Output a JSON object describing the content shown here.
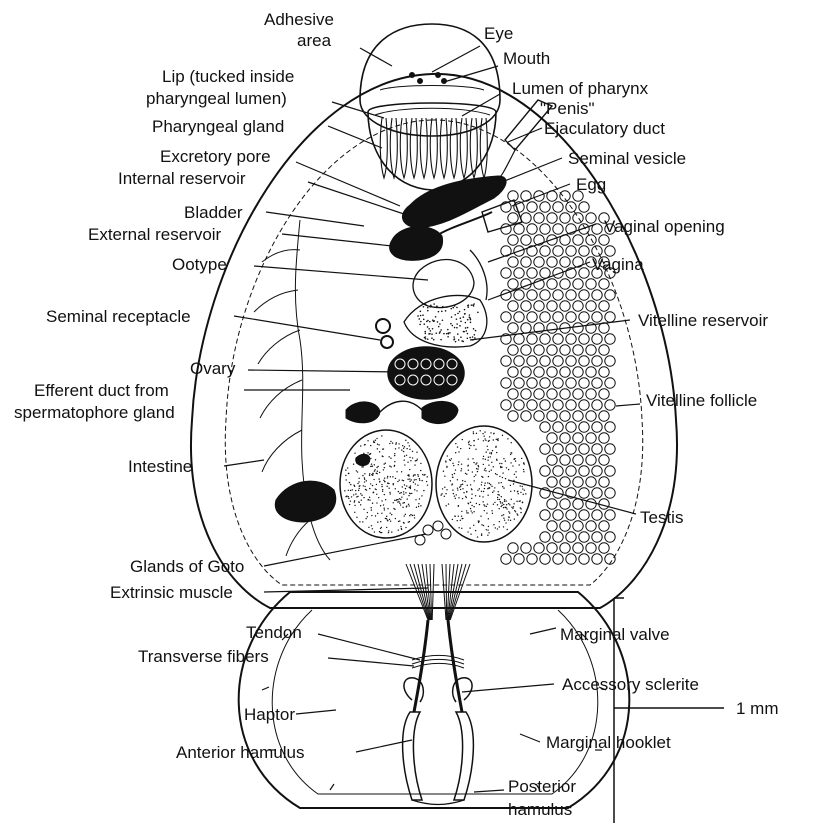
{
  "labels": {
    "adhesive_area_1": "Adhesive",
    "adhesive_area_2": "area",
    "eye": "Eye",
    "mouth": "Mouth",
    "lip_1": "Lip (tucked inside",
    "lip_2": "pharyngeal lumen)",
    "lumen_of_pharynx": "Lumen of pharynx",
    "penis": "\"Penis\"",
    "pharyngeal_gland": "Pharyngeal gland",
    "ejaculatory_duct": "Ejaculatory duct",
    "excretory_pore": "Excretory pore",
    "seminal_vesicle": "Seminal vesicle",
    "internal_reservoir": "Internal reservoir",
    "egg": "Egg",
    "bladder": "Bladder",
    "external_reservoir": "External reservoir",
    "vaginal_opening": "Vaginal opening",
    "ootype": "Ootype",
    "vagina": "Vagina",
    "seminal_receptacle": "Seminal receptacle",
    "vitelline_reservoir": "Vitelline reservoir",
    "ovary": "Ovary",
    "efferent_duct_1": "Efferent duct from",
    "efferent_duct_2": "spermatophore gland",
    "vitelline_follicle": "Vitelline follicle",
    "intestine": "Intestine",
    "testis": "Testis",
    "glands_of_goto": "Glands of Goto",
    "extrinsic_muscle": "Extrinsic muscle",
    "tendon": "Tendon",
    "marginal_valve": "Marginal valve",
    "transverse_fibers": "Transverse fibers",
    "accessory_sclerite": "Accessory sclerite",
    "haptor": "Haptor",
    "scale_bar": "1 mm",
    "anterior_hamulus": "Anterior hamulus",
    "marginal_hooklet": "Marginal hooklet",
    "posterior_hamulus_1": "Posterior",
    "posterior_hamulus_2": "hamulus"
  }
}
